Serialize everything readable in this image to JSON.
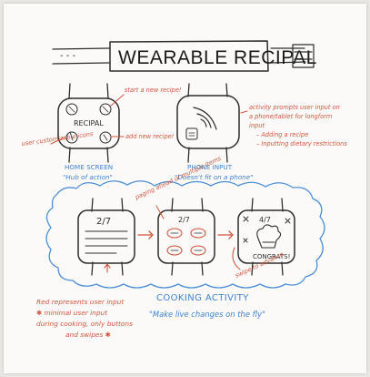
{
  "title": "WEARABLE RECIPAL",
  "title_dashes": "- - -",
  "colors": {
    "ink": "#2d2d2d",
    "red": "#d2553e",
    "blue": "#4d8fd6",
    "paper": "#fbfaf8"
  },
  "home": {
    "watch_label": "RECIPAL",
    "annotation_start": "start a new recipe!",
    "annotation_add": "add new recipe!",
    "annotation_user": "user customizable icons",
    "caption": "HOME SCREEN",
    "subcaption": "\"Hub of action\""
  },
  "phone": {
    "annotation_lines": [
      "activity prompts user input on",
      "a phone/tablet for longform",
      "input",
      "– Adding a recipe",
      "– Inputting dietary restrictions"
    ],
    "caption": "PHONE INPUT",
    "subcaption": "\"Doesn't fit on a phone\""
  },
  "cooking": {
    "watch1_step": "2/7",
    "watch2_step": "2/7",
    "watch3_step": "4/7",
    "annotation_paging": "paging ahead of multiple items",
    "annotation_swipe": "swipe to advance",
    "congrats": "CONGRATS!",
    "caption": "COOKING ACTIVITY",
    "subcaption": "\"Make live changes on the fly\""
  },
  "legend": {
    "lines": [
      "Red represents user input",
      "✱ minimal user input",
      "during cooking, only buttons",
      "and swipes ✱"
    ]
  }
}
